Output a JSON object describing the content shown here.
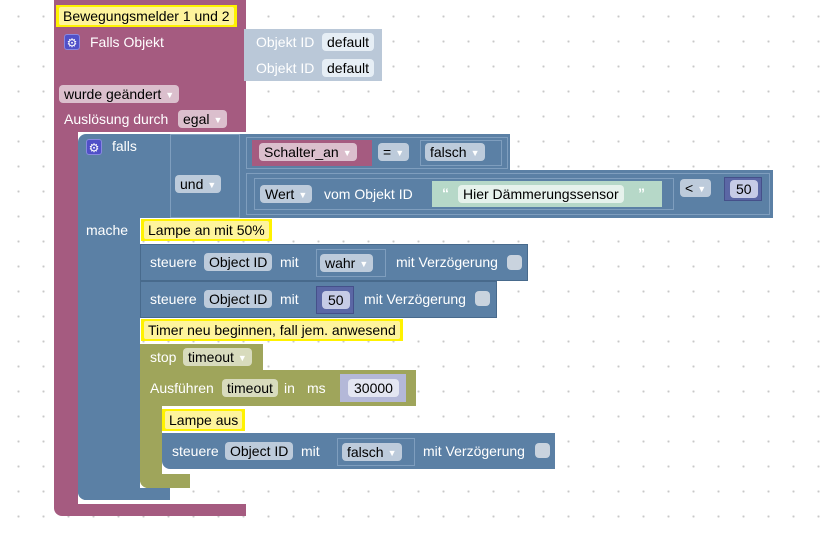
{
  "trigger_block": {
    "comment": "Bewegungsmelder 1 und 2",
    "title": "Falls Objekt",
    "object_ids": [
      {
        "label": "Objekt ID",
        "value": "default"
      },
      {
        "label": "Objekt ID",
        "value": "default"
      }
    ],
    "changed_dropdown": "wurde geändert",
    "trigger_label": "Auslösung durch",
    "trigger_value": "egal"
  },
  "if_block": {
    "falls_label": "falls",
    "logic_op": "und",
    "cond1": {
      "variable": "Schalter_an",
      "operator": "=",
      "value": "falsch"
    },
    "cond2": {
      "value_type": "Wert",
      "label": "vom Objekt ID",
      "text_value": "Hier Dämmerungssensor",
      "operator": "<",
      "number": "50"
    },
    "mache_label": "mache"
  },
  "actions": {
    "comment1": "Lampe an mit 50%",
    "control1": {
      "label": "steuere",
      "object": "Object ID",
      "mit": "mit",
      "value": "wahr",
      "delay_label": "mit Verzögerung"
    },
    "control2": {
      "label": "steuere",
      "object": "Object ID",
      "mit": "mit",
      "value": "50",
      "delay_label": "mit Verzögerung"
    },
    "comment2": "Timer neu beginnen, fall jem. anwesend",
    "stop": {
      "label": "stop",
      "value": "timeout"
    },
    "timeout": {
      "label": "Ausführen",
      "name": "timeout",
      "in": "in",
      "unit": "ms",
      "value": "30000"
    },
    "comment3": "Lampe aus",
    "control3": {
      "label": "steuere",
      "object": "Object ID",
      "mit": "mit",
      "value": "falsch",
      "delay_label": "mit Verzögerung"
    }
  }
}
